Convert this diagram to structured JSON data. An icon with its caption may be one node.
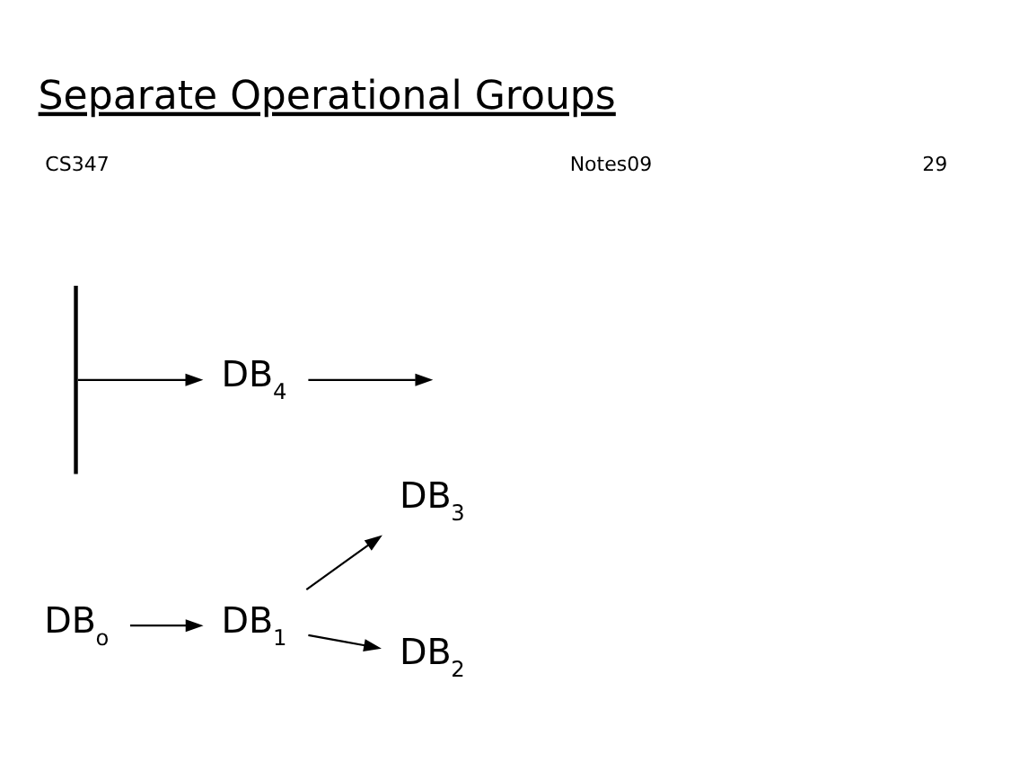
{
  "diagram": {
    "title": "Separate Operational Groups",
    "nodes": [
      {
        "text": [
          "DB$_{o}$"
        ]
      },
      {
        "text": [
          "DB$_{1}$"
        ]
      },
      {
        "text": [
          "DB$_{3}$"
        ]
      },
      {
        "text": [
          "DB$_{2}$"
        ]
      },
      {
        "text": [],
        "shape": "bar"
      },
      {
        "text": [
          "DB$_{4}$"
        ]
      }
    ],
    "edges": [
      {
        "from": 0,
        "to": 1,
        "arrow": "to"
      },
      {
        "from": 1,
        "to": 2,
        "arrow": "to"
      },
      {
        "from": 1,
        "to": 3,
        "arrow": "to"
      },
      {
        "from": 4,
        "to": 5,
        "arrow": "to"
      },
      {
        "from": 5,
        "to": null,
        "arrow": "to"
      }
    ],
    "labels": [
      "CS347",
      "Notes09",
      "29"
    ]
  }
}
